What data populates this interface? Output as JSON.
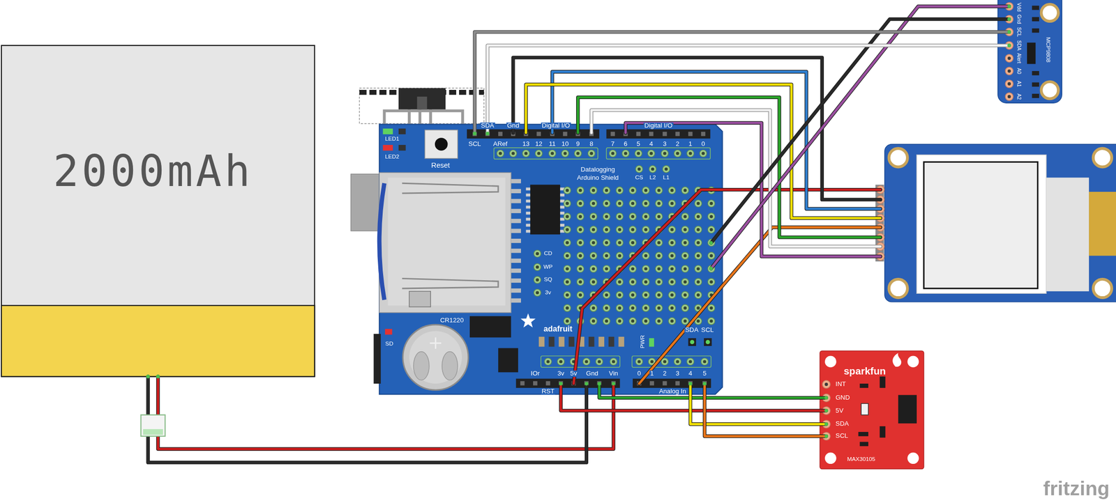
{
  "diagram": {
    "nodes": [
      {
        "text": [
          "2000mAh"
        ]
      },
      {
        "text": [
          "Datalogging Arduino Shield",
          "adafruit"
        ]
      },
      {
        "text": [
          "MCP9808"
        ]
      },
      {
        "text": [
          "sparkfun",
          "MAX30105"
        ]
      }
    ],
    "edges": [
      {
        "from": 0,
        "to": 1,
        "arrow": "none"
      },
      {
        "from": 0,
        "to": 1,
        "arrow": "none"
      },
      {
        "from": 2,
        "to": 1,
        "arrow": "none"
      },
      {
        "from": 2,
        "to": 1,
        "arrow": "none"
      },
      {
        "from": 2,
        "to": 1,
        "arrow": "none"
      },
      {
        "from": 2,
        "to": 1,
        "arrow": "none"
      },
      {
        "from": 3,
        "to": 1,
        "arrow": "none"
      },
      {
        "from": 3,
        "to": 1,
        "arrow": "none"
      },
      {
        "from": 3,
        "to": 1,
        "arrow": "none"
      },
      {
        "from": 3,
        "to": 1,
        "arrow": "none"
      }
    ],
    "labels": [
      "SCL",
      "SDA",
      "ARef",
      "Gnd",
      "13",
      "12",
      "11",
      "10",
      "9",
      "8",
      "Digital I/O",
      "Digital I/O",
      "7",
      "6",
      "5",
      "4",
      "3",
      "2",
      "1",
      "0",
      "LED1",
      "LED2",
      "Reset",
      "CS",
      "L2",
      "L1",
      "CD",
      "WP",
      "SQ",
      "3v",
      "CR1220",
      "SD",
      "PWR",
      "SDA",
      "SCL",
      "IOr",
      "3v",
      "5v",
      "Gnd",
      "Vin",
      "RST",
      "0",
      "1",
      "2",
      "3",
      "4",
      "5",
      "Analog In",
      "Vdd",
      "Gnd",
      "SCL",
      "SDA",
      "Alert",
      "A0",
      "A1",
      "A2",
      "INT",
      "GND",
      "5V",
      "SDA",
      "SCL",
      "fritzing"
    ]
  }
}
